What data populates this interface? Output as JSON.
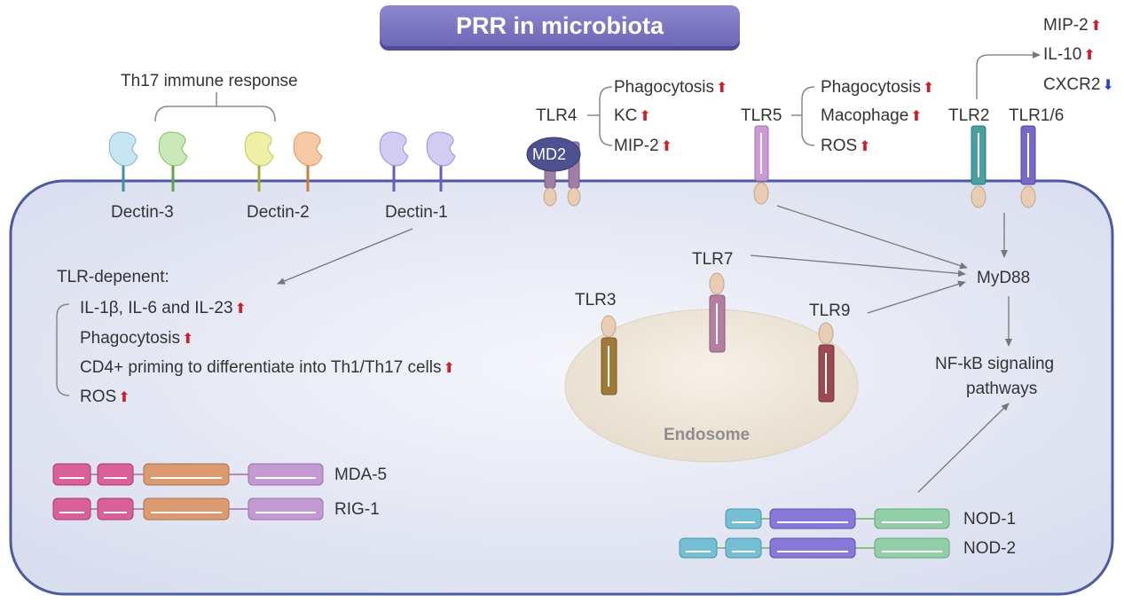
{
  "title": "PRR in microbiota",
  "th17": {
    "label": "Th17 immune response"
  },
  "dectins": {
    "d3": "Dectin-3",
    "d2": "Dectin-2",
    "d1": "Dectin-1"
  },
  "tlr_dependent": {
    "heading": "TLR-depenent:",
    "items": [
      "IL-1β, IL-6 and IL-23",
      "Phagocytosis",
      "CD4+ priming to differentiate into Th1/Th17 cells",
      "ROS"
    ]
  },
  "tlr4": {
    "label": "TLR4",
    "md2": "MD2",
    "effects": [
      "Phagocytosis",
      "KC",
      "MIP-2"
    ]
  },
  "tlr5": {
    "label": "TLR5",
    "effects": [
      "Phagocytosis",
      "Macophage",
      "ROS"
    ]
  },
  "tlr2": {
    "label": "TLR2",
    "effects": [
      "MIP-2",
      "IL-10",
      "CXCR2"
    ]
  },
  "tlr16": {
    "label": "TLR1/6"
  },
  "tlr7": "TLR7",
  "tlr3": "TLR3",
  "tlr9": "TLR9",
  "endosome": "Endosome",
  "myd88": "MyD88",
  "nfkb": {
    "line1": "NF-kB signaling",
    "line2": "pathways"
  },
  "rlr": {
    "mda5": "MDA-5",
    "rig1": "RIG-1"
  },
  "nod": {
    "nod1": "NOD-1",
    "nod2": "NOD-2"
  },
  "colors": {
    "up_arrow": "#c8202e",
    "down_arrow": "#2046c8",
    "title_bg": "#7d77c3",
    "cell_bg": "#e6e9f5",
    "cell_border": "#4c5aa0"
  }
}
